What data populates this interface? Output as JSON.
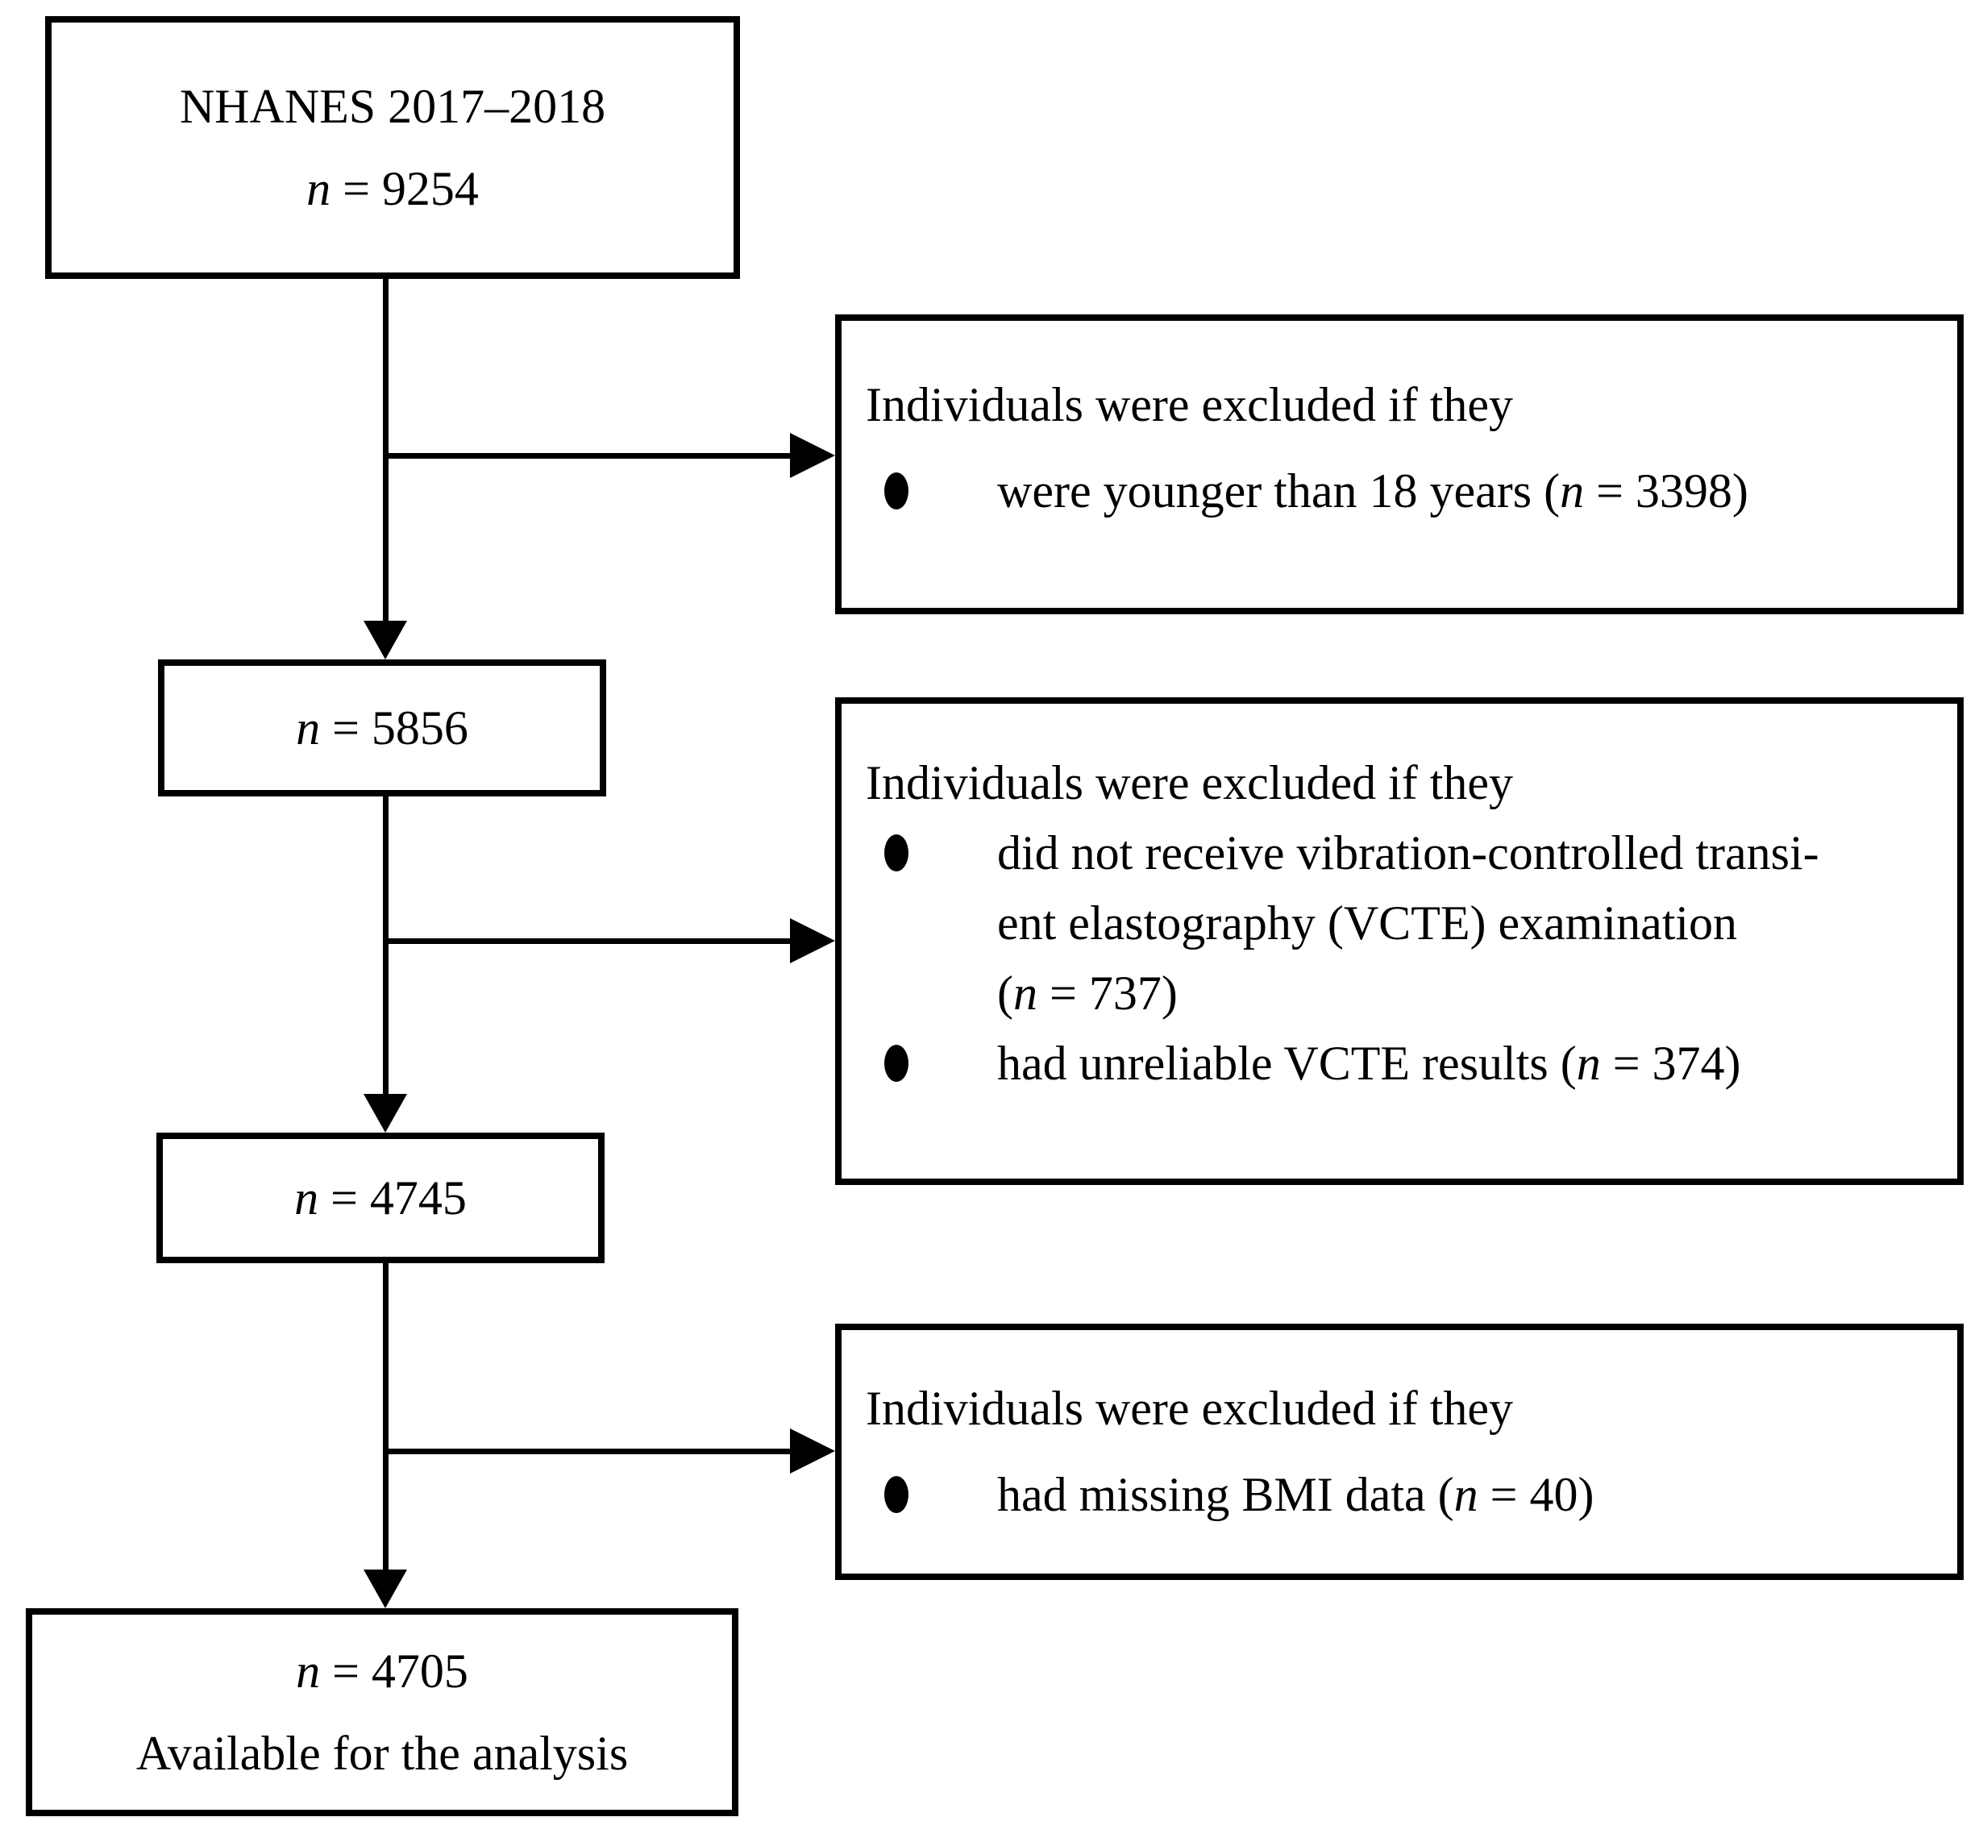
{
  "page": {
    "background": "#ffffff",
    "ink": "#000000"
  },
  "boxes": {
    "b1": {
      "line1": "NHANES 2017–2018",
      "n": "n",
      "n_rest": " = 9254"
    },
    "b2": {
      "n": "n",
      "n_rest": " = 5856"
    },
    "b3": {
      "n": "n",
      "n_rest": " = 4745"
    },
    "b4": {
      "n": "n",
      "n_rest": " = 4705",
      "line2": "Available for the analysis"
    }
  },
  "exclusions": {
    "e1": {
      "header": "Individuals were excluded if they",
      "b1_pre": "were younger than 18 years (",
      "b1_n": "n",
      "b1_post": " = 3398)"
    },
    "e2": {
      "header": "Individuals were excluded if they",
      "b1_line1": "did not receive vibration-controlled transi-",
      "b1_line2": "ent elastography (VCTE) examination",
      "b1_line3_pre": "(",
      "b1_line3_n": "n",
      "b1_line3_post": " = 737)",
      "b2_pre": "had unreliable VCTE results (",
      "b2_n": "n",
      "b2_post": " = 374)"
    },
    "e3": {
      "header": "Individuals were excluded if they",
      "b1_pre": "had missing BMI data (",
      "b1_n": "n",
      "b1_post": " = 40)"
    }
  }
}
